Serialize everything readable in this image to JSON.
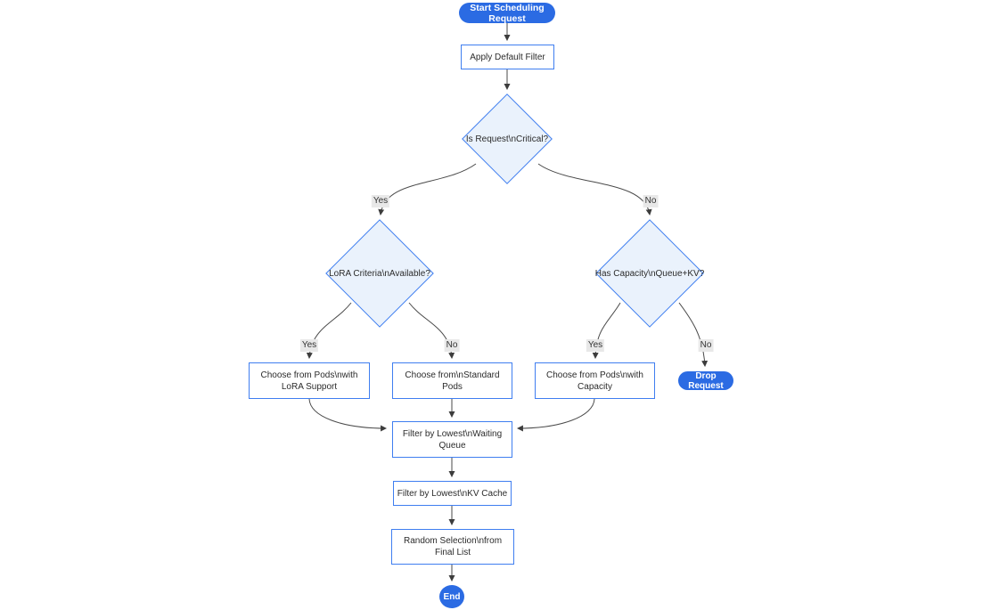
{
  "diagram": {
    "type": "flowchart",
    "direction": "top-down",
    "background": "#ffffff"
  },
  "colors": {
    "primary_node_fill": "#2b6be3",
    "primary_node_text": "#ffffff",
    "decision_fill": "#eaf2fc",
    "node_border": "#3f7ef0",
    "node_text": "#2b2b2b",
    "edge_line": "#4a4a4a",
    "edge_label_bg": "#e8e8e8",
    "edge_label_text": "#333333"
  },
  "nodes": {
    "start": {
      "shape": "stadium",
      "lines": [
        "Start Scheduling Request"
      ]
    },
    "apply_filter": {
      "shape": "rect",
      "lines": [
        "Apply Default Filter"
      ]
    },
    "is_critical": {
      "shape": "diamond",
      "lines": [
        "Is Request\\nCritical?"
      ]
    },
    "lora_criteria": {
      "shape": "diamond",
      "lines": [
        "LoRA Criteria\\nAvailable?"
      ]
    },
    "has_capacity": {
      "shape": "diamond",
      "lines": [
        "Has Capacity\\nQueue+KV?"
      ]
    },
    "choose_lora": {
      "shape": "rect",
      "lines": [
        "Choose from Pods\\nwith",
        "LoRA Support"
      ]
    },
    "choose_standard": {
      "shape": "rect",
      "lines": [
        "Choose from\\nStandard",
        "Pods"
      ]
    },
    "choose_capacity": {
      "shape": "rect",
      "lines": [
        "Choose from Pods\\nwith",
        "Capacity"
      ]
    },
    "drop_request": {
      "shape": "stadium",
      "lines": [
        "Drop Request"
      ]
    },
    "filter_queue": {
      "shape": "rect",
      "lines": [
        "Filter by Lowest\\nWaiting",
        "Queue"
      ]
    },
    "filter_kv": {
      "shape": "rect",
      "lines": [
        "Filter by Lowest\\nKV Cache"
      ]
    },
    "random_selection": {
      "shape": "rect",
      "lines": [
        "Random Selection\\nfrom",
        "Final List"
      ]
    },
    "end": {
      "shape": "circle",
      "lines": [
        "End"
      ]
    }
  },
  "edges": [
    {
      "from": "start",
      "to": "apply_filter",
      "label": ""
    },
    {
      "from": "apply_filter",
      "to": "is_critical",
      "label": ""
    },
    {
      "from": "is_critical",
      "to": "lora_criteria",
      "label": "Yes"
    },
    {
      "from": "is_critical",
      "to": "has_capacity",
      "label": "No"
    },
    {
      "from": "lora_criteria",
      "to": "choose_lora",
      "label": "Yes"
    },
    {
      "from": "lora_criteria",
      "to": "choose_standard",
      "label": "No"
    },
    {
      "from": "has_capacity",
      "to": "choose_capacity",
      "label": "Yes"
    },
    {
      "from": "has_capacity",
      "to": "drop_request",
      "label": "No"
    },
    {
      "from": "choose_lora",
      "to": "filter_queue",
      "label": ""
    },
    {
      "from": "choose_standard",
      "to": "filter_queue",
      "label": ""
    },
    {
      "from": "choose_capacity",
      "to": "filter_queue",
      "label": ""
    },
    {
      "from": "filter_queue",
      "to": "filter_kv",
      "label": ""
    },
    {
      "from": "filter_kv",
      "to": "random_selection",
      "label": ""
    },
    {
      "from": "random_selection",
      "to": "end",
      "label": ""
    }
  ]
}
